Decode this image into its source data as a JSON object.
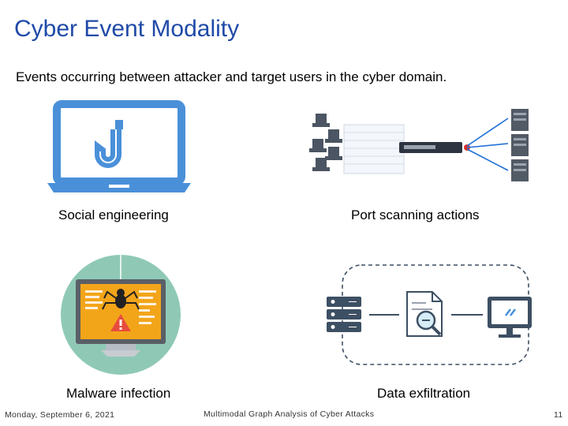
{
  "slide": {
    "title": "Cyber Event Modality",
    "subtitle": "Events occurring between attacker and target users in the cyber domain."
  },
  "panels": [
    {
      "caption": "Social engineering",
      "icon": "phishing-hook-laptop-icon"
    },
    {
      "caption": "Port scanning actions",
      "icon": "port-scan-network-icon"
    },
    {
      "caption": "Malware infection",
      "icon": "malware-spider-computer-icon"
    },
    {
      "caption": "Data exfiltration",
      "icon": "data-exfiltration-icon"
    }
  ],
  "footer": {
    "date": "Monday, September 6, 2021",
    "center": "Multimodal Graph Analysis of Cyber Attacks",
    "page": "11"
  },
  "colors": {
    "title": "#1f4aa8",
    "icon_blue": "#4a90d9",
    "malware_bg": "#8fc9b6",
    "malware_screen": "#f3a51a",
    "dark_slate": "#3d4f63"
  }
}
